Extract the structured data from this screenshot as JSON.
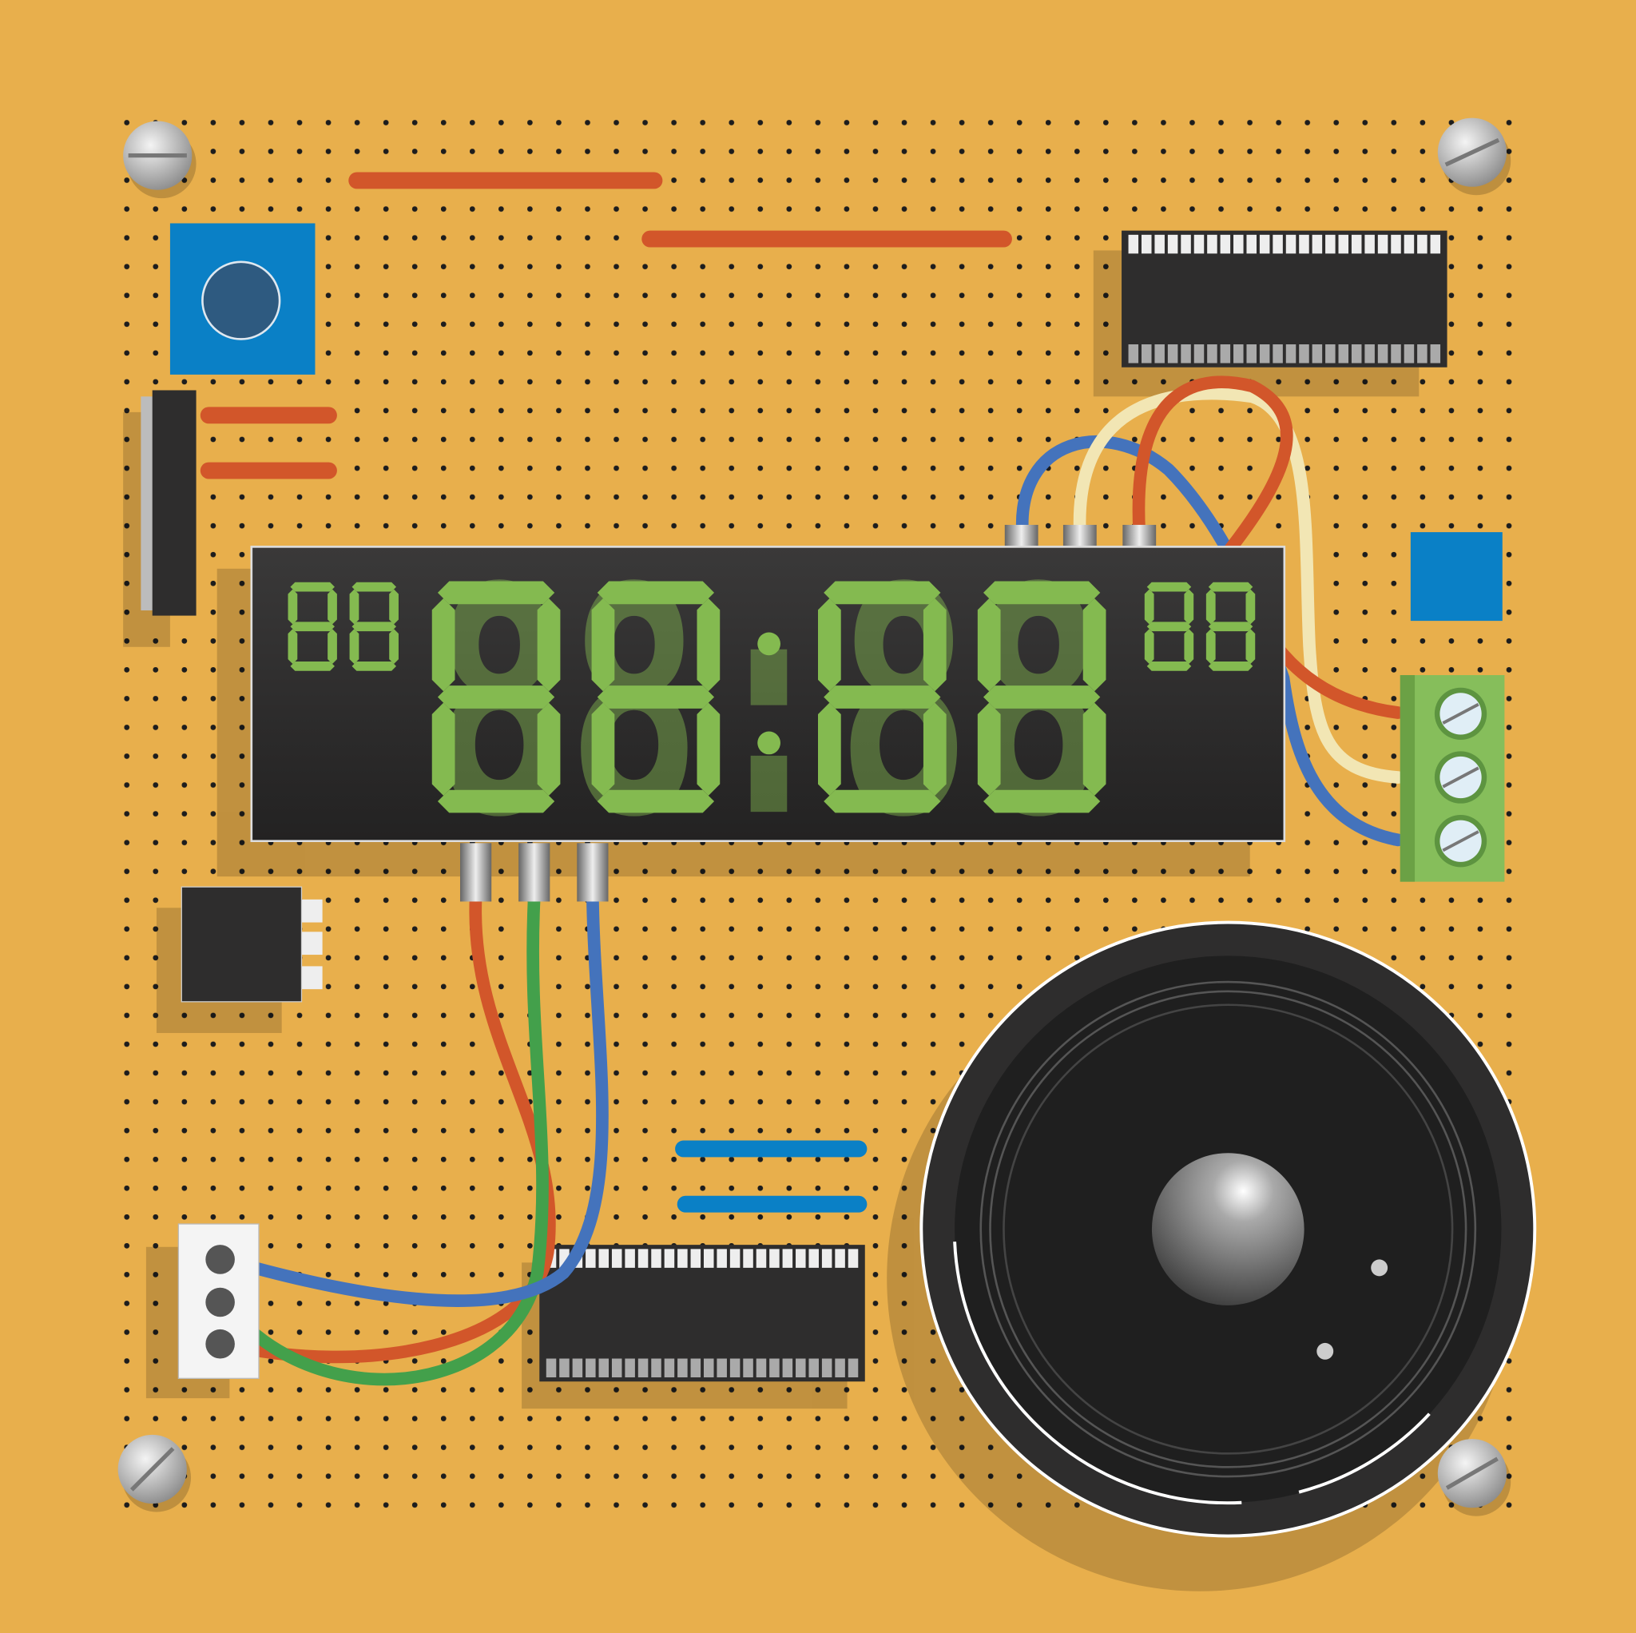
{
  "display": {
    "left_small_digits": "88",
    "main_digits": "88:88",
    "right_small_digits": "88"
  },
  "colors": {
    "board": "#E8AF4C",
    "segment_on": "#84BA50",
    "display_body": "#2B2A2A",
    "wire_red": "#D2562A",
    "wire_blue": "#4473BC",
    "wire_green": "#43A04B",
    "wire_cream": "#F2E6B4",
    "blue_component": "#0A80C6",
    "terminal_green": "#86BE5B",
    "speaker": "#2E2D2D"
  },
  "components": [
    "potentiometer",
    "pin-header",
    "clock-display",
    "ic-chip-top",
    "ic-chip-bottom",
    "screw-terminal",
    "speaker",
    "voltage-regulator",
    "connector",
    "mounting-screws"
  ]
}
